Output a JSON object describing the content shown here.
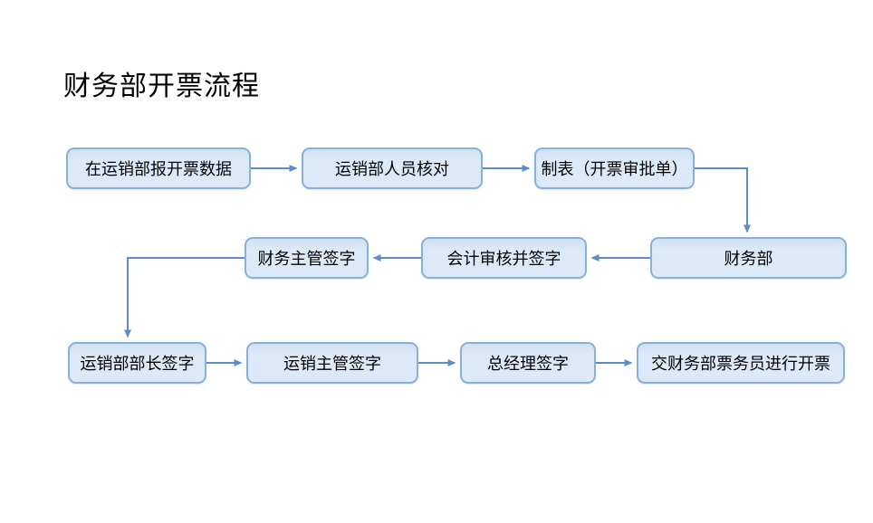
{
  "title": "财务部开票流程",
  "flowchart": {
    "nodes": [
      {
        "label": "在运销部报开票数据"
      },
      {
        "label": "运销部人员核对"
      },
      {
        "label": "制表（开票审批单）"
      },
      {
        "label": "财务部"
      },
      {
        "label": "会计审核并签字"
      },
      {
        "label": "财务主管签字"
      },
      {
        "label": "运销部部长签字"
      },
      {
        "label": "运销主管签字"
      },
      {
        "label": "总经理签字"
      },
      {
        "label": "交财务部票务员进行开票"
      }
    ],
    "edges": [
      {
        "from": "在运销部报开票数据",
        "to": "运销部人员核对"
      },
      {
        "from": "运销部人员核对",
        "to": "制表（开票审批单）"
      },
      {
        "from": "制表（开票审批单）",
        "to": "财务部"
      },
      {
        "from": "财务部",
        "to": "会计审核并签字"
      },
      {
        "from": "会计审核并签字",
        "to": "财务主管签字"
      },
      {
        "from": "财务主管签字",
        "to": "运销部部长签字"
      },
      {
        "from": "运销部部长签字",
        "to": "运销主管签字"
      },
      {
        "from": "运销主管签字",
        "to": "总经理签字"
      },
      {
        "from": "总经理签字",
        "to": "交财务部票务员进行开票"
      }
    ]
  },
  "colors": {
    "box_fill": "#dbe9f8",
    "box_fill_top": "#cfe1f2",
    "box_border": "#89b0da",
    "arrow": "#5b8dca",
    "text": "#000000",
    "background": "#ffffff"
  }
}
